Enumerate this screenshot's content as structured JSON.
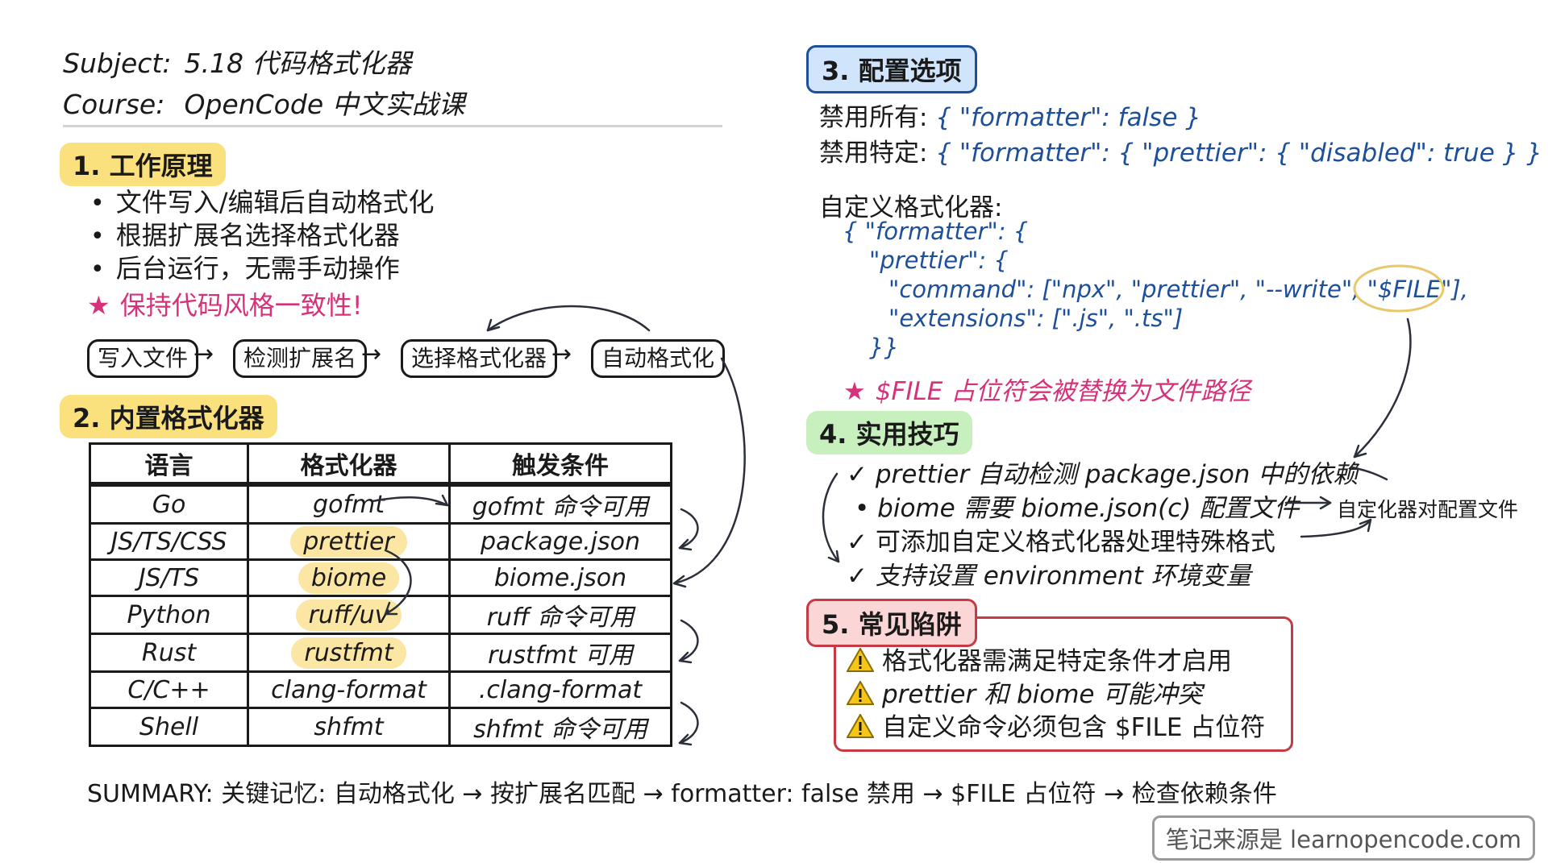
{
  "header": {
    "subject_label": "Subject:",
    "subject_value": "5.18 代码格式化器",
    "course_label": "Course:",
    "course_value": "OpenCode 中文实战课"
  },
  "section1": {
    "title": "1. 工作原理",
    "bullets": [
      "文件写入/编辑后自动格式化",
      "根据扩展名选择格式化器",
      "后台运行，无需手动操作"
    ],
    "highlight": "保持代码风格一致性!",
    "flow": [
      "写入文件",
      "检测扩展名",
      "选择格式化器",
      "自动格式化"
    ]
  },
  "section2": {
    "title": "2. 内置格式化器",
    "headers": [
      "语言",
      "格式化器",
      "触发条件"
    ],
    "rows": [
      [
        "Go",
        "gofmt",
        "gofmt 命令可用"
      ],
      [
        "JS/TS/CSS",
        "prettier",
        "package.json"
      ],
      [
        "JS/TS",
        "biome",
        "biome.json"
      ],
      [
        "Python",
        "ruff/uv",
        "ruff 命令可用"
      ],
      [
        "Rust",
        "rustfmt",
        "rustfmt 可用"
      ],
      [
        "C/C++",
        "clang-format",
        ".clang-format"
      ],
      [
        "Shell",
        "shfmt",
        "shfmt 命令可用"
      ]
    ]
  },
  "section3": {
    "title": "3. 配置选项",
    "disable_all_label": "禁用所有:",
    "disable_all_code": "{ \"formatter\": false }",
    "disable_one_label": "禁用特定:",
    "disable_one_code": "{ \"formatter\": {  \"prettier\": { \"disabled\": true } } }",
    "custom_label": "自定义格式化器:",
    "code_lines": [
      "{ \"formatter\": {",
      "\"prettier\": {",
      "\"command\": [\"npx\", \"prettier\", \"--write\", \"$FILE\"],",
      "\"extensions\": [\".js\", \".ts\"]",
      "}}"
    ],
    "note": "$FILE 占位符会被替换为文件路径"
  },
  "section4": {
    "title": "4. 实用技巧",
    "tips": [
      {
        "mark": "✓",
        "text": "prettier 自动检测 package.json 中的依赖"
      },
      {
        "mark": "•",
        "text": "biome 需要 biome.json(c) 配置文件"
      },
      {
        "mark": "✓",
        "text": "可添加自定义格式化器处理特殊格式"
      },
      {
        "mark": "✓",
        "text": "支持设置 environment 环境变量"
      }
    ],
    "side_note": "自定化器对配置文件"
  },
  "section5": {
    "title": "5. 常见陷阱",
    "warnings": [
      "格式化器需满足特定条件才启用",
      "prettier 和 biome 可能冲突",
      "自定义命令必须包含 $FILE 占位符"
    ]
  },
  "summary": "SUMMARY: 关键记忆: 自动格式化 → 按扩展名匹配 → formatter: false 禁用 → $FILE 占位符 → 检查依赖条件",
  "credit": "笔记来源是 learnopencode.com",
  "colors": {
    "tag_yellow": "#fbe07e",
    "tag_blue": "#d0e4fb",
    "tag_green": "#c8efbe",
    "tag_red": "#fbd6d6",
    "pink_text": "#d6327a",
    "code_blue": "#1d4f9a",
    "highlight": "#fbe6a4"
  }
}
